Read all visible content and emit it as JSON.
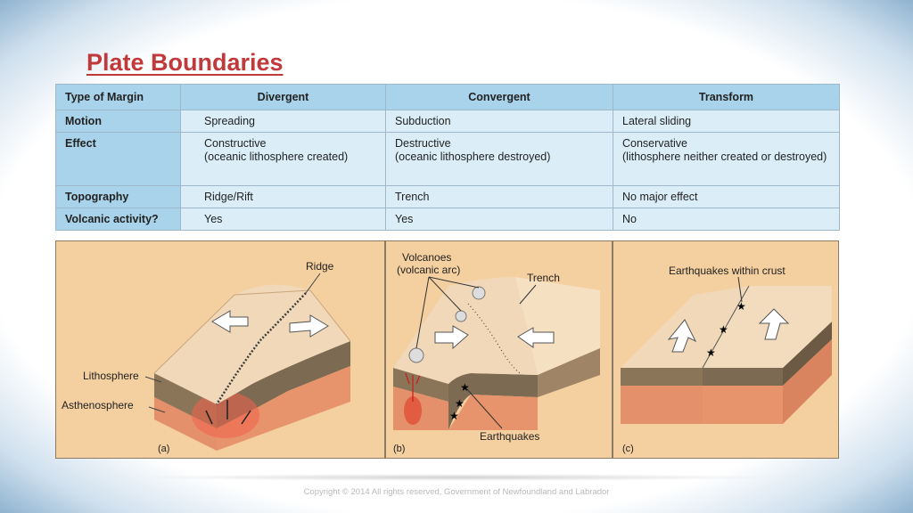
{
  "title": "Plate Boundaries",
  "table": {
    "headers": [
      "Type of Margin",
      "Divergent",
      "Convergent",
      "Transform"
    ],
    "rows": [
      {
        "label": "Motion",
        "divergent": "Spreading",
        "convergent": "Subduction",
        "transform": "Lateral sliding"
      },
      {
        "label": "Effect",
        "divergent": "Constructive\n(oceanic lithosphere created)",
        "convergent": "Destructive\n(oceanic lithosphere destroyed)",
        "transform": "Conservative\n(lithosphere neither created or destroyed)"
      },
      {
        "label": "Topography",
        "divergent": "Ridge/Rift",
        "convergent": "Trench",
        "transform": "No major effect"
      },
      {
        "label": "Volcanic activity?",
        "divergent": "Yes",
        "convergent": "Yes",
        "transform": "No"
      }
    ]
  },
  "diagram": {
    "a": {
      "ridge": "Ridge",
      "lithosphere": "Lithosphere",
      "asthenosphere": "Asthenosphere",
      "caption": "(a)"
    },
    "b": {
      "volcanoes": "Volcanoes",
      "volcanic_arc": "(volcanic arc)",
      "trench": "Trench",
      "earthquakes": "Earthquakes",
      "caption": "(b)"
    },
    "c": {
      "earthquakes_crust": "Earthquakes within crust",
      "caption": "(c)"
    }
  },
  "footer": "Copyright © 2014 All rights reserved, Government of Newfoundland and Labrador",
  "colors": {
    "title": "#c0393b",
    "header_bg": "#a9d3ea",
    "cell_bg": "#dbeef8",
    "panel_bg": "#f4cf9f"
  }
}
